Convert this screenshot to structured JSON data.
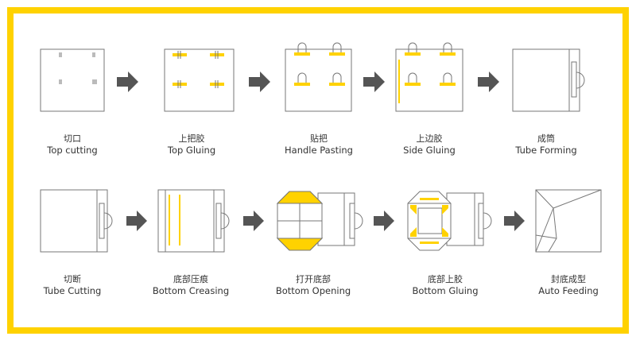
{
  "colors": {
    "accent": "#FFD200",
    "line": "#777777",
    "arrow": "#555555",
    "text": "#333333"
  },
  "steps": [
    {
      "zh": "切口",
      "en": "Top cutting"
    },
    {
      "zh": "上把胶",
      "en": "Top Gluing"
    },
    {
      "zh": "贴把",
      "en": "Handle Pasting"
    },
    {
      "zh": "上边胶",
      "en": "Side Gluing"
    },
    {
      "zh": "成筒",
      "en": "Tube Forming"
    },
    {
      "zh": "切断",
      "en": "Tube Cutting"
    },
    {
      "zh": "底部压痕",
      "en": "Bottom Creasing"
    },
    {
      "zh": "打开底部",
      "en": "Bottom Opening"
    },
    {
      "zh": "底部上胶",
      "en": "Bottom Gluing"
    },
    {
      "zh": "封底成型",
      "en": "Auto Feeding"
    }
  ]
}
